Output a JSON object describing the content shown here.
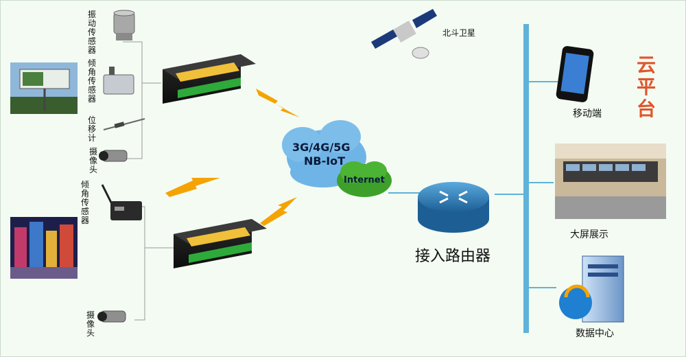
{
  "sensors": {
    "vibration": "振动传感器",
    "tilt_top": "倾角传感器",
    "displacement": "位移计",
    "camera_top": "摄像头",
    "tilt_bottom": "倾角传感器",
    "camera_bottom": "摄像头"
  },
  "satellite_label": "北斗卫星",
  "network_cloud": {
    "line1": "3G/4G/5G",
    "line2": "NB-IoT"
  },
  "internet_label": "Internet",
  "router_label": "接入路由器",
  "cloud_platform": "云平台",
  "endpoints": {
    "mobile": "移动端",
    "big_screen": "大屏展示",
    "data_center": "数据中心"
  },
  "colors": {
    "bus": "#5fb2d8",
    "router": "#2f7fb8",
    "bolt": "#f5a300",
    "cloud_blue": "#6fb4e6",
    "cloud_green": "#3da02a",
    "platform": "#e0552a"
  }
}
